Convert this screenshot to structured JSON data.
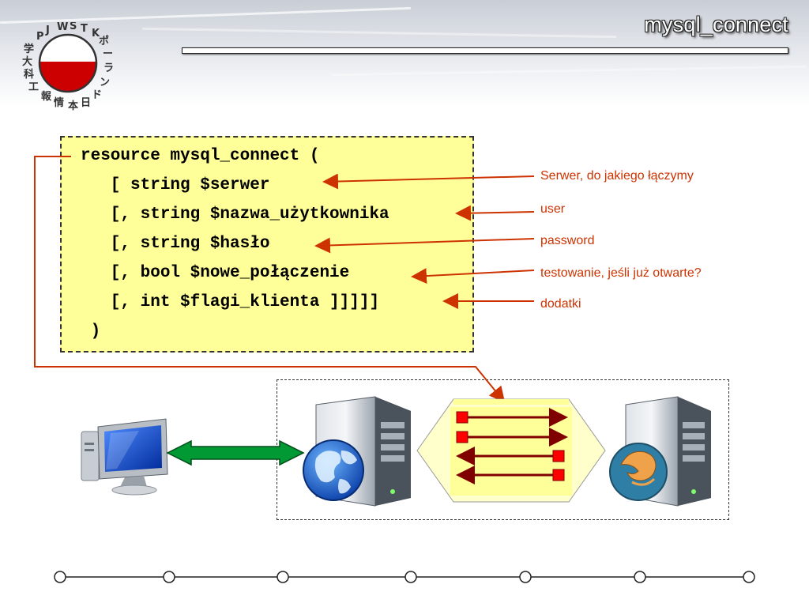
{
  "slide": {
    "title": "mysql_connect"
  },
  "logo": {
    "text": "PJWSTK 日本情報工科大学 ポーランド",
    "flag_colors": [
      "#ffffff",
      "#cc0000"
    ]
  },
  "code": {
    "lines": [
      "resource mysql_connect (",
      "   [ string $serwer",
      "   [, string $nazwa_użytkownika",
      "   [, string $hasło",
      "   [, bool $nowe_połączenie",
      "   [, int $flagi_klienta ]]]]]",
      " )"
    ]
  },
  "annotations": [
    "Serwer, do jakiego łączymy",
    "user",
    "password",
    "testowanie, jeśli już otwarte?",
    "dodatki"
  ],
  "diagram": {
    "icons": [
      "desktop-computer-icon",
      "web-server-icon",
      "mysql-server-icon"
    ],
    "colors": {
      "code_bg": "#ffff99",
      "annotation": "#cc3300",
      "arrow": "#800000",
      "connector": "#cc3300",
      "green_arrow": "#009933",
      "packet": "#ff0000",
      "exchange_bg": "#ffffcc"
    }
  }
}
